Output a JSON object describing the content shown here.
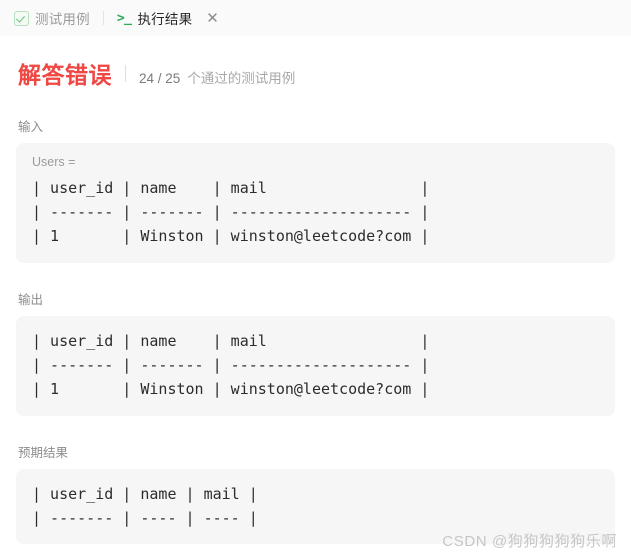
{
  "tabs": [
    {
      "id": "testcase",
      "label": "测试用例",
      "icon": "checkbox-check-icon",
      "active": false
    },
    {
      "id": "result",
      "label": "执行结果",
      "icon": "terminal-prompt-icon",
      "icon_glyph": ">_",
      "active": true,
      "close_glyph": "✕"
    }
  ],
  "status": {
    "title": "解答错误",
    "count": "24 / 25",
    "note": "个通过的测试用例",
    "title_color": "#ef4743",
    "count_color": "#7b7b7b",
    "note_color": "#a8a8a8"
  },
  "sections": [
    {
      "id": "input",
      "label": "输入",
      "caption": "Users =",
      "code": "| user_id | name    | mail                 |\n| ------- | ------- | -------------------- |\n| 1       | Winston | winston@leetcode?com |"
    },
    {
      "id": "output",
      "label": "输出",
      "caption": "",
      "code": "| user_id | name    | mail                 |\n| ------- | ------- | -------------------- |\n| 1       | Winston | winston@leetcode?com |"
    },
    {
      "id": "expected",
      "label": "预期结果",
      "caption": "",
      "code": "| user_id | name | mail |\n| ------- | ---- | ---- |"
    }
  ],
  "watermark": "CSDN @狗狗狗狗狗乐啊"
}
